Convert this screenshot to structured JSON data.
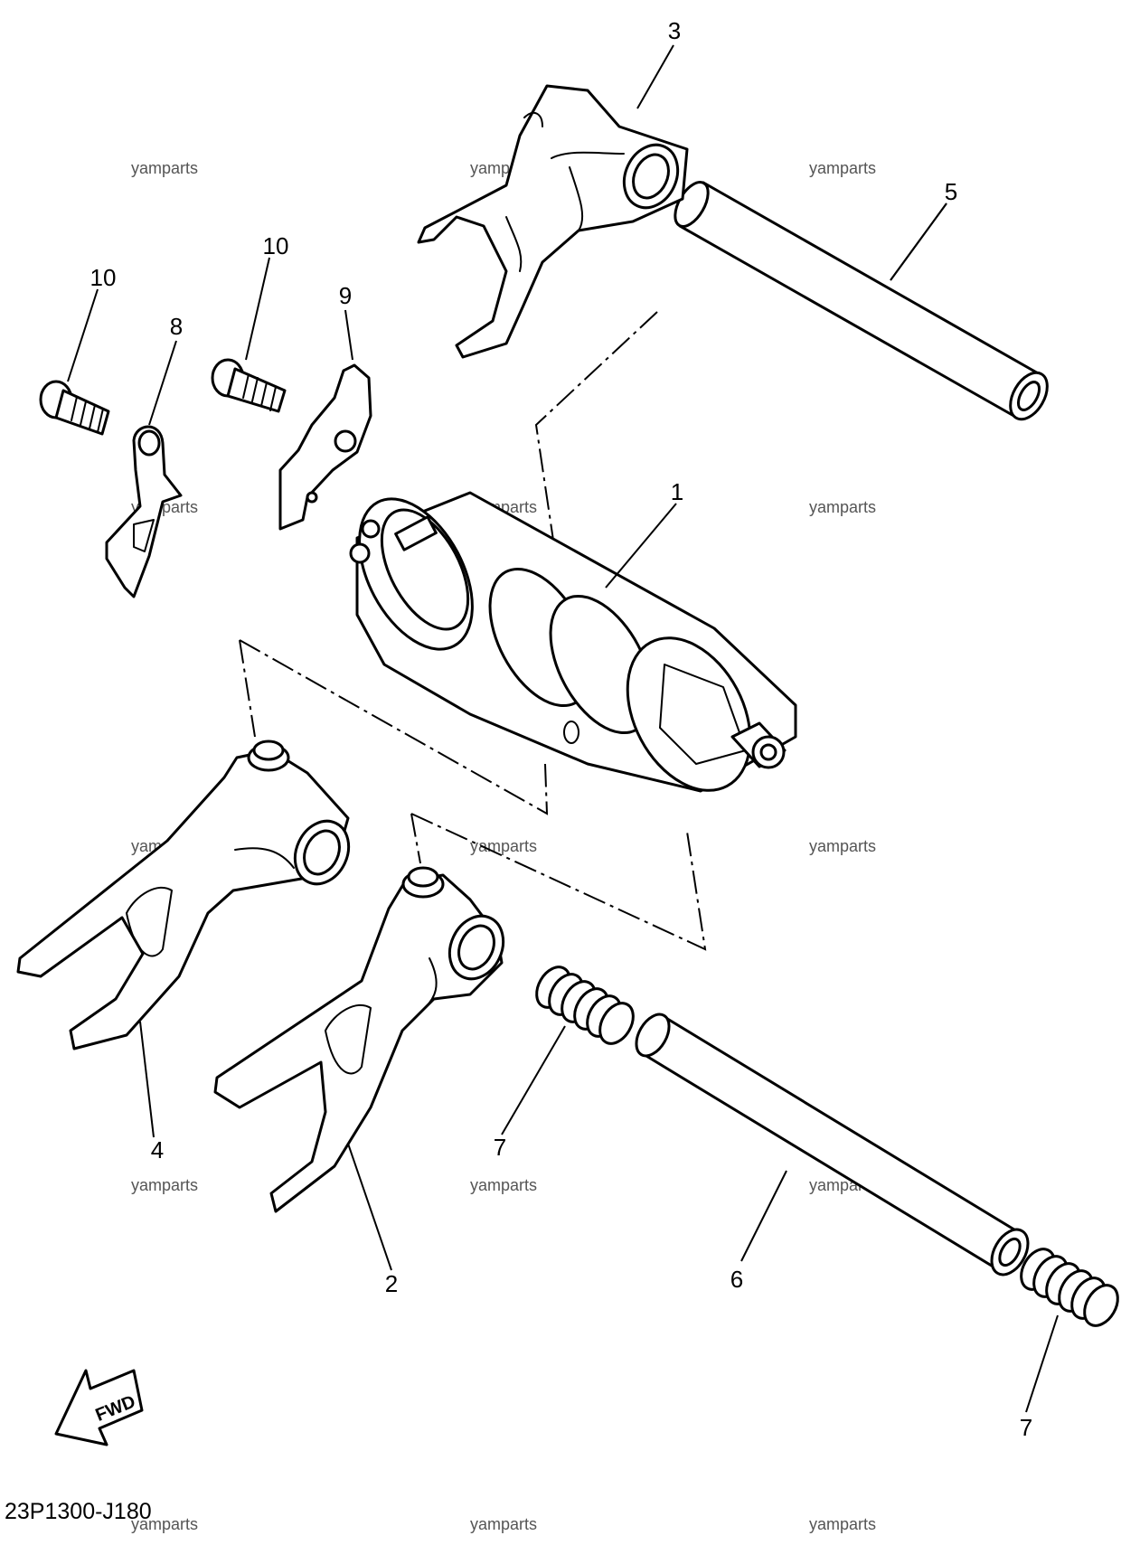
{
  "diagram": {
    "code": "23P1300-J180",
    "fwd_label": "FWD",
    "watermark": "yamparts",
    "callouts": {
      "c1": "1",
      "c2": "2",
      "c3": "3",
      "c4": "4",
      "c5": "5",
      "c6": "6",
      "c7a": "7",
      "c7b": "7",
      "c8": "8",
      "c9": "9",
      "c10a": "10",
      "c10b": "10"
    }
  }
}
